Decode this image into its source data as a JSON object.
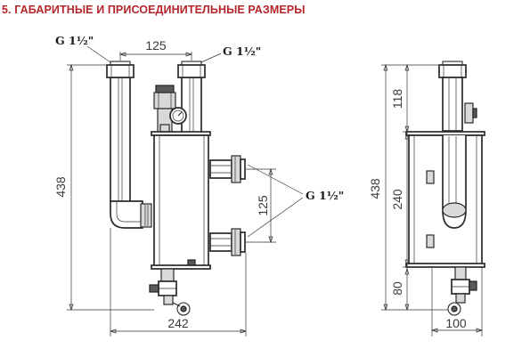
{
  "heading": "5. ГАБАРИТНЫЕ И ПРИСОЕДИНИТЕЛЬНЫЕ РАЗМЕРЫ",
  "threads": {
    "top_left": "G 1½\"",
    "top_right": "G 1½\"",
    "side": "G 1½\""
  },
  "dimensions": {
    "pipe_spacing": "125",
    "overall_height": "438",
    "side_spacing": "125",
    "overall_width": "242",
    "side_height": "438",
    "top_section": "118",
    "middle_section": "240",
    "bottom_section": "80",
    "side_width": "100"
  }
}
